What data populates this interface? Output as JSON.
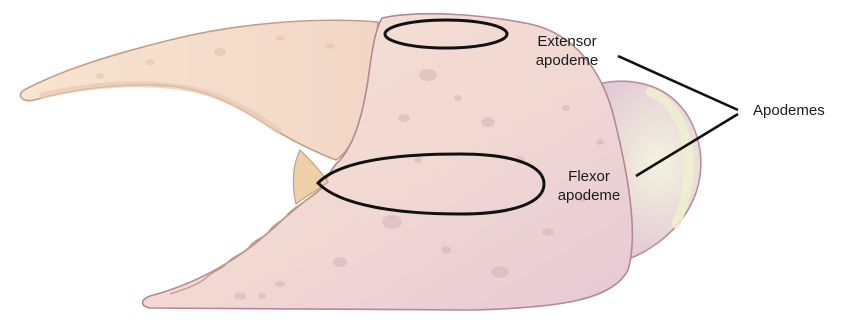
{
  "labels": {
    "extensor": [
      "Extensor",
      "apodeme"
    ],
    "flexor": [
      "Flexor",
      "apodeme"
    ],
    "group": "Apodemes"
  },
  "colors": {
    "claw_fill": "#f3dccf",
    "claw_shade": "#dcbfcc",
    "claw_outline": "#b48797",
    "finger_fill": "#f6e1cc",
    "finger_outline": "#c49c86",
    "hinge_tint": "#eef0cf",
    "spot": "#d8b2b8",
    "annotation": "#111111",
    "background": "#ffffff"
  },
  "parts": [
    "movable-finger",
    "claw-propodus",
    "fixed-finger",
    "extensor-apodeme-outline",
    "flexor-apodeme-outline"
  ]
}
